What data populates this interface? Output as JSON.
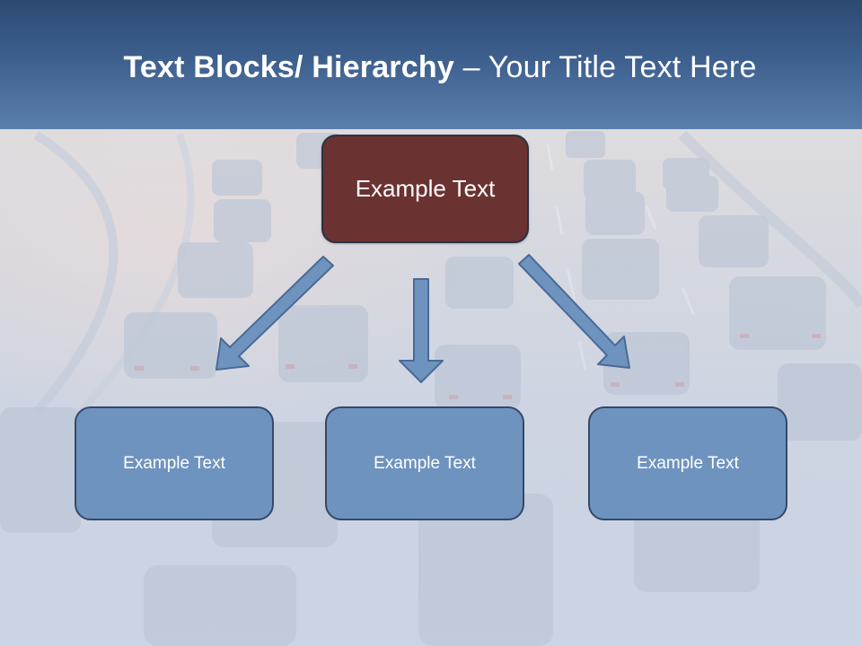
{
  "slide": {
    "title_bold": "Text Blocks/ Hierarchy",
    "title_rest": " – Your Title Text Here"
  },
  "hierarchy": {
    "root": {
      "label": "Example Text"
    },
    "children": [
      {
        "label": "Example Text"
      },
      {
        "label": "Example Text"
      },
      {
        "label": "Example Text"
      }
    ]
  },
  "colors": {
    "banner": "#3d5f8d",
    "root_box": "#6b3232",
    "child_box": "#6f93bf",
    "arrow_fill": "#6f93bf",
    "arrow_stroke": "#4a6a96"
  }
}
